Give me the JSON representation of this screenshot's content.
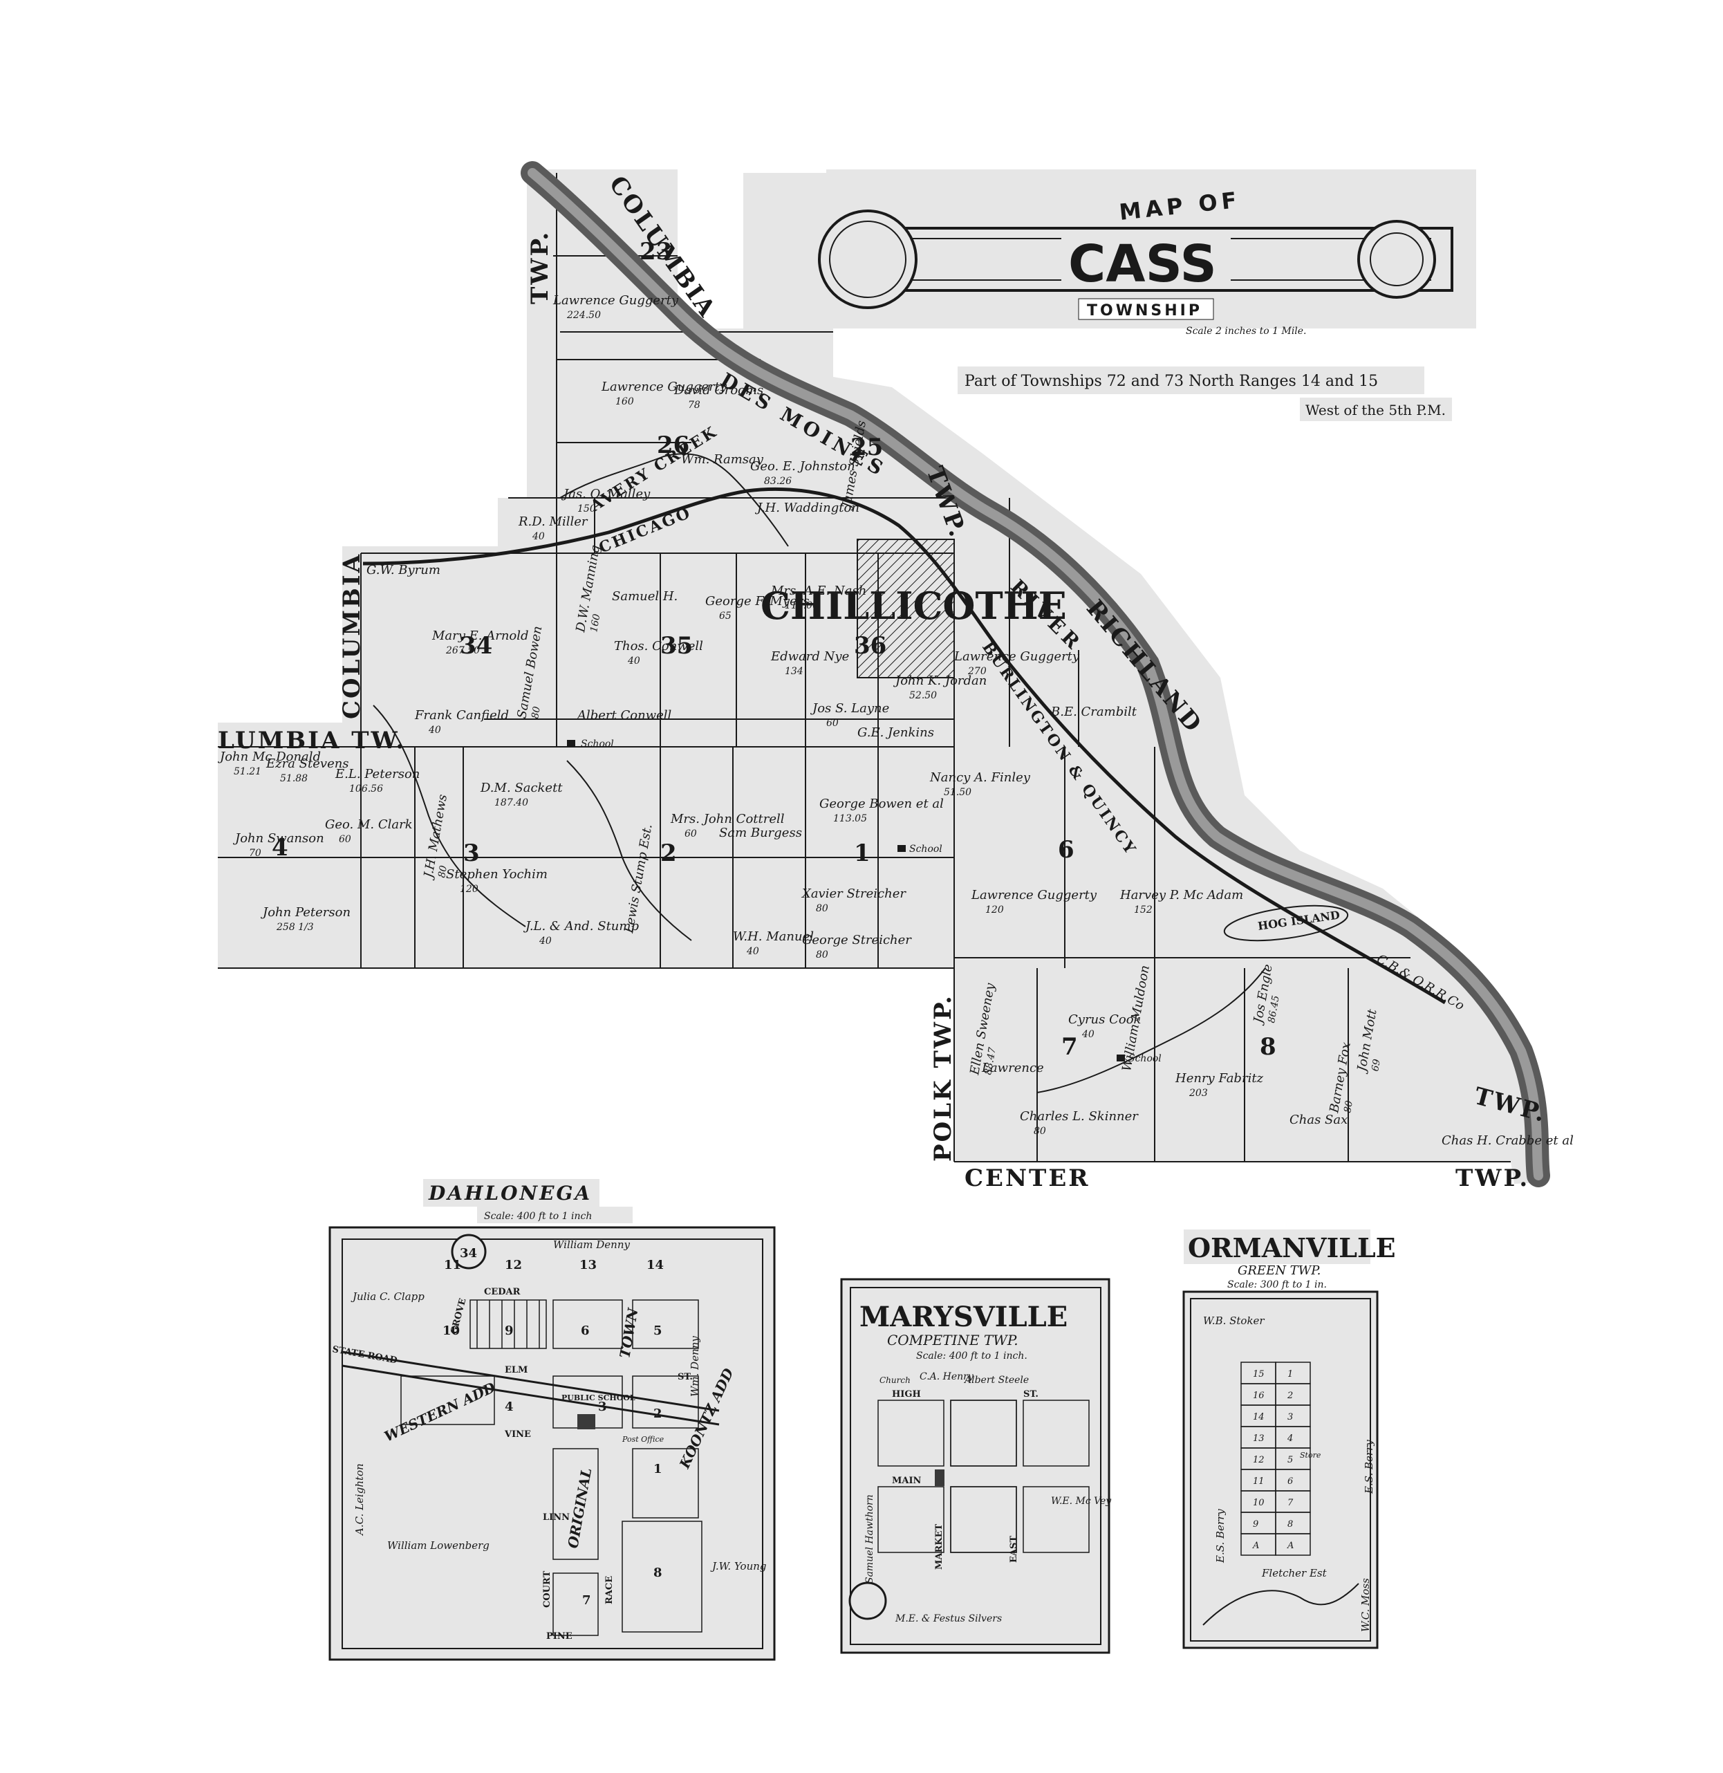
{
  "colors": {
    "paper": "#e6e6e6",
    "ink": "#1a1a1a",
    "river": "#5a5a5a",
    "river_light": "#9a9a9a"
  },
  "header": {
    "top_line": "MAP OF",
    "name": "CASS",
    "sub": "TOWNSHIP",
    "scale": "Scale 2 inches to 1 Mile.",
    "note1": "Part of Townships 72 and 73 North Ranges 14 and 15",
    "note2": "West of the 5th P.M."
  },
  "main_map": {
    "town": "CHILLICOTHE",
    "boundary_labels": {
      "columbia_twp_top": "COLUMBIA",
      "twp_top": "TWP.",
      "columbia_left": "COLUMBIA",
      "columbia_twp_left": "LUMBIA TW.",
      "richland": "RICHLAND",
      "richland_twp": "TWP.",
      "polk_twp": "POLK TWP.",
      "center": "CENTER",
      "center_twp": "TWP."
    },
    "features": {
      "river": "DES MOINES",
      "river2": "RIVER",
      "creek": "AVERY CREEK",
      "railroad1": "CHICAGO",
      "railroad2": "BURLINGTON & QUINCY",
      "island": "HOG ISLAND",
      "rr_co": "C.B.& Q.R.R.Co",
      "school": "School"
    },
    "sections": [
      "23",
      "26",
      "25",
      "34",
      "35",
      "36",
      "4",
      "3",
      "2",
      "1",
      "6",
      "7",
      "8"
    ],
    "owners": [
      {
        "name": "Lawrence Guggerty",
        "acres": "224.50"
      },
      {
        "name": "Lawrence Guggerty",
        "acres": "160"
      },
      {
        "name": "David Grooms",
        "acres": "78"
      },
      {
        "name": "Wm. Ramsay",
        "acres": ""
      },
      {
        "name": "Geo. E. Johnston",
        "acres": "83.26"
      },
      {
        "name": "Jas. O. Malley",
        "acres": "150"
      },
      {
        "name": "J.H. Waddington",
        "acres": ""
      },
      {
        "name": "James Shields",
        "acres": ""
      },
      {
        "name": "R.D. Miller",
        "acres": "40"
      },
      {
        "name": "G.W. Byrum",
        "acres": ""
      },
      {
        "name": "Mary E. Arnold",
        "acres": "267.50"
      },
      {
        "name": "D.W. Manning",
        "acres": "160"
      },
      {
        "name": "Samuel H.",
        "acres": ""
      },
      {
        "name": "Thos. Conwell",
        "acres": "40"
      },
      {
        "name": "George F. Myers",
        "acres": "65"
      },
      {
        "name": "Mrs. A.E. Nash",
        "acres": "114.00"
      },
      {
        "name": "Edward Nye",
        "acres": "134"
      },
      {
        "name": "John K. Jordan",
        "acres": "52.50"
      },
      {
        "name": "Lawrence Guggerty",
        "acres": "270"
      },
      {
        "name": "B.E. Crambilt",
        "acres": ""
      },
      {
        "name": "Frank Canfield",
        "acres": "40"
      },
      {
        "name": "Samuel Bowen",
        "acres": "80"
      },
      {
        "name": "Albert Conwell",
        "acres": ""
      },
      {
        "name": "Jos S. Layne",
        "acres": "60"
      },
      {
        "name": "G.E. Jenkins",
        "acres": ""
      },
      {
        "name": "John Mc Donald",
        "acres": "51.21"
      },
      {
        "name": "Ezra Stevens",
        "acres": "51.88"
      },
      {
        "name": "E.L. Peterson",
        "acres": "106.56"
      },
      {
        "name": "D.M. Sackett",
        "acres": "187.40"
      },
      {
        "name": "John Swanson",
        "acres": "70"
      },
      {
        "name": "Geo. M. Clark",
        "acres": "60"
      },
      {
        "name": "J.H. Mathews",
        "acres": "80"
      },
      {
        "name": "Stephen Yochim",
        "acres": "120"
      },
      {
        "name": "John Peterson",
        "acres": "258 1/3"
      },
      {
        "name": "Mrs. John Cottrell",
        "acres": "60"
      },
      {
        "name": "Sam Burgess",
        "acres": ""
      },
      {
        "name": "George Bowen et al",
        "acres": "113.05"
      },
      {
        "name": "Nancy A. Finley",
        "acres": "51.50"
      },
      {
        "name": "Xavier Streicher",
        "acres": "80"
      },
      {
        "name": "George Streicher",
        "acres": "80"
      },
      {
        "name": "W.H. Manuel",
        "acres": "40"
      },
      {
        "name": "Lawrence Guggerty",
        "acres": "120"
      },
      {
        "name": "Harvey P. Mc Adam",
        "acres": "152"
      },
      {
        "name": "Ellen Sweeney",
        "acres": "88.47"
      },
      {
        "name": "William Muldoon",
        "acres": ""
      },
      {
        "name": "Cyrus Cook",
        "acres": "40"
      },
      {
        "name": "Henry Fabritz",
        "acres": "203"
      },
      {
        "name": "Charles L. Skinner",
        "acres": "80"
      },
      {
        "name": "Chas Sax",
        "acres": ""
      },
      {
        "name": "Barney Fox",
        "acres": "80"
      },
      {
        "name": "John Mott",
        "acres": "69"
      },
      {
        "name": "Chas H. Crabbe et al",
        "acres": ""
      },
      {
        "name": "Jos Engle",
        "acres": "86.45"
      },
      {
        "name": "Lawrence",
        "acres": ""
      },
      {
        "name": "Lewis Stump Est.",
        "acres": ""
      },
      {
        "name": "J.L. & And. Stump",
        "acres": "40"
      }
    ]
  },
  "inset_dahlonega": {
    "title": "DAHLONEGA",
    "scale": "Scale: 400 ft to 1 inch",
    "owners": [
      "William Denny",
      "Julia C. Clapp",
      "A.C. Leighton",
      "William Lowenberg",
      "Wm. Denny",
      "J.W. Young"
    ],
    "streets": [
      "CEDAR",
      "ELM",
      "VINE",
      "LINN",
      "PINE",
      "ST.",
      "STATE ROAD",
      "GROVE",
      "COURT",
      "RACE"
    ],
    "additions": [
      "WESTERN ADD",
      "TOWN",
      "ORIGINAL",
      "KOONTZ ADD"
    ],
    "blocks": [
      "11",
      "12",
      "13",
      "14",
      "10",
      "9",
      "6",
      "5",
      "4",
      "3",
      "2",
      "1",
      "7",
      "8"
    ],
    "misc": [
      "PUBLIC SCHOOL",
      "Post Office"
    ]
  },
  "inset_marysville": {
    "title": "MARYSVILLE",
    "township": "COMPETINE TWP.",
    "scale": "Scale: 400 ft to 1 inch.",
    "owners": [
      "C.A. Henry",
      "Albert Steele",
      "Samuel Hawthorn",
      "W.E. Mc Vey",
      "M.E. & Festus Silvers"
    ],
    "streets": [
      "HIGH",
      "MAIN",
      "ST.",
      "MARKET",
      "EAST"
    ],
    "misc": [
      "Church"
    ]
  },
  "inset_ormanville": {
    "title": "ORMANVILLE",
    "township": "GREEN TWP.",
    "scale": "Scale: 300 ft to 1 in.",
    "owners": [
      "W.B. Stoker",
      "E.S. Berry",
      "E.S. Berry",
      "Fletcher Est",
      "W.C. Moss"
    ],
    "lots": [
      "15",
      "1",
      "16",
      "2",
      "14",
      "3",
      "13",
      "4",
      "12",
      "5",
      "11",
      "6",
      "10",
      "7",
      "9",
      "8",
      "A",
      "A"
    ],
    "misc": [
      "Store"
    ]
  }
}
